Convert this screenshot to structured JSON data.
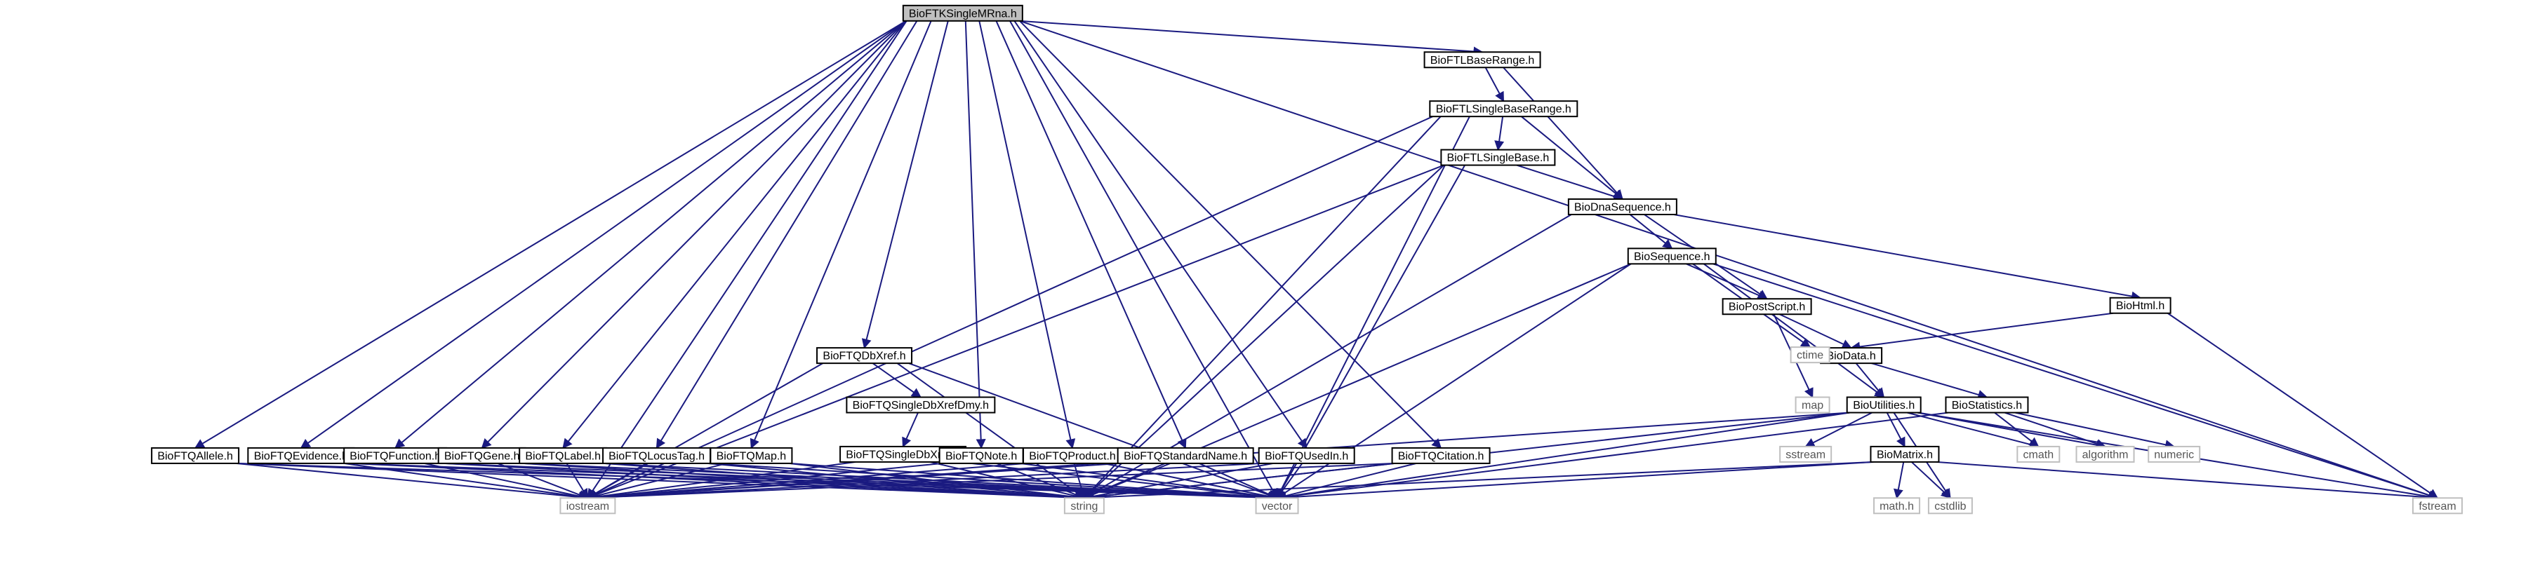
{
  "colors": {
    "edge": "#1a1a80",
    "node_border": "#000000",
    "root_fill": "#bfbfbf",
    "system_border": "#bfbfbf"
  },
  "nodes": [
    {
      "id": "root",
      "label": "BioFTKSingleMRna.h",
      "kind": "root"
    },
    {
      "id": "lbr",
      "label": "BioFTLBaseRange.h",
      "kind": "header"
    },
    {
      "id": "lsbr",
      "label": "BioFTLSingleBaseRange.h",
      "kind": "header"
    },
    {
      "id": "lsb",
      "label": "BioFTLSingleBase.h",
      "kind": "header"
    },
    {
      "id": "dna",
      "label": "BioDnaSequence.h",
      "kind": "header"
    },
    {
      "id": "seq",
      "label": "BioSequence.h",
      "kind": "header"
    },
    {
      "id": "html",
      "label": "BioHtml.h",
      "kind": "header"
    },
    {
      "id": "ps",
      "label": "BioPostScript.h",
      "kind": "header"
    },
    {
      "id": "data",
      "label": "BioData.h",
      "kind": "header"
    },
    {
      "id": "util",
      "label": "BioUtilities.h",
      "kind": "header"
    },
    {
      "id": "stat",
      "label": "BioStatistics.h",
      "kind": "header"
    },
    {
      "id": "matrix",
      "label": "BioMatrix.h",
      "kind": "header"
    },
    {
      "id": "dbx",
      "label": "BioFTQDbXref.h",
      "kind": "header"
    },
    {
      "id": "sdbxd",
      "label": "BioFTQSingleDbXrefDmy.h",
      "kind": "header"
    },
    {
      "id": "sdbx",
      "label": "BioFTQSingleDbXref.h",
      "kind": "header"
    },
    {
      "id": "allele",
      "label": "BioFTQAllele.h",
      "kind": "header"
    },
    {
      "id": "evid",
      "label": "BioFTQEvidence.h",
      "kind": "header"
    },
    {
      "id": "func",
      "label": "BioFTQFunction.h",
      "kind": "header"
    },
    {
      "id": "gene",
      "label": "BioFTQGene.h",
      "kind": "header"
    },
    {
      "id": "label",
      "label": "BioFTQLabel.h",
      "kind": "header"
    },
    {
      "id": "locus",
      "label": "BioFTQLocusTag.h",
      "kind": "header"
    },
    {
      "id": "map",
      "label": "BioFTQMap.h",
      "kind": "header"
    },
    {
      "id": "note",
      "label": "BioFTQNote.h",
      "kind": "header"
    },
    {
      "id": "prod",
      "label": "BioFTQProduct.h",
      "kind": "header"
    },
    {
      "id": "std",
      "label": "BioFTQStandardName.h",
      "kind": "header"
    },
    {
      "id": "used",
      "label": "BioFTQUsedIn.h",
      "kind": "header"
    },
    {
      "id": "cit",
      "label": "BioFTQCitation.h",
      "kind": "header"
    },
    {
      "id": "iostream",
      "label": "iostream",
      "kind": "system"
    },
    {
      "id": "string",
      "label": "string",
      "kind": "system"
    },
    {
      "id": "vector",
      "label": "vector",
      "kind": "system"
    },
    {
      "id": "fstream",
      "label": "fstream",
      "kind": "system"
    },
    {
      "id": "ctime",
      "label": "ctime",
      "kind": "system"
    },
    {
      "id": "mapstd",
      "label": "map",
      "kind": "system"
    },
    {
      "id": "sstream",
      "label": "sstream",
      "kind": "system"
    },
    {
      "id": "cmath",
      "label": "cmath",
      "kind": "system"
    },
    {
      "id": "algorithm",
      "label": "algorithm",
      "kind": "system"
    },
    {
      "id": "numeric",
      "label": "numeric",
      "kind": "system"
    },
    {
      "id": "mathh",
      "label": "math.h",
      "kind": "system"
    },
    {
      "id": "cstdlib",
      "label": "cstdlib",
      "kind": "system"
    }
  ],
  "edges": [
    [
      "root",
      "iostream"
    ],
    [
      "root",
      "lbr"
    ],
    [
      "root",
      "dbx"
    ],
    [
      "root",
      "allele"
    ],
    [
      "root",
      "evid"
    ],
    [
      "root",
      "func"
    ],
    [
      "root",
      "gene"
    ],
    [
      "root",
      "label"
    ],
    [
      "root",
      "locus"
    ],
    [
      "root",
      "map"
    ],
    [
      "root",
      "note"
    ],
    [
      "root",
      "prod"
    ],
    [
      "root",
      "std"
    ],
    [
      "root",
      "used"
    ],
    [
      "root",
      "cit"
    ],
    [
      "root",
      "vector"
    ],
    [
      "root",
      "fstream"
    ],
    [
      "lbr",
      "lsbr"
    ],
    [
      "lbr",
      "dna"
    ],
    [
      "lsbr",
      "lsb"
    ],
    [
      "lsbr",
      "dna"
    ],
    [
      "lsbr",
      "iostream"
    ],
    [
      "lsbr",
      "string"
    ],
    [
      "lsbr",
      "vector"
    ],
    [
      "lsb",
      "dna"
    ],
    [
      "lsb",
      "iostream"
    ],
    [
      "lsb",
      "string"
    ],
    [
      "lsb",
      "vector"
    ],
    [
      "dna",
      "seq"
    ],
    [
      "dna",
      "ps"
    ],
    [
      "dna",
      "html"
    ],
    [
      "dna",
      "string"
    ],
    [
      "seq",
      "ctime"
    ],
    [
      "seq",
      "ps"
    ],
    [
      "seq",
      "util"
    ],
    [
      "seq",
      "fstream"
    ],
    [
      "seq",
      "string"
    ],
    [
      "seq",
      "vector"
    ],
    [
      "html",
      "data"
    ],
    [
      "html",
      "fstream"
    ],
    [
      "ps",
      "mapstd"
    ],
    [
      "ps",
      "data"
    ],
    [
      "data",
      "util"
    ],
    [
      "data",
      "stat"
    ],
    [
      "util",
      "iostream"
    ],
    [
      "util",
      "string"
    ],
    [
      "util",
      "vector"
    ],
    [
      "util",
      "sstream"
    ],
    [
      "util",
      "cmath"
    ],
    [
      "util",
      "algorithm"
    ],
    [
      "util",
      "fstream"
    ],
    [
      "util",
      "cstdlib"
    ],
    [
      "util",
      "matrix"
    ],
    [
      "stat",
      "cmath"
    ],
    [
      "stat",
      "algorithm"
    ],
    [
      "stat",
      "numeric"
    ],
    [
      "stat",
      "vector"
    ],
    [
      "matrix",
      "mathh"
    ],
    [
      "matrix",
      "cstdlib"
    ],
    [
      "matrix",
      "fstream"
    ],
    [
      "matrix",
      "vector"
    ],
    [
      "matrix",
      "string"
    ],
    [
      "dbx",
      "sdbxd"
    ],
    [
      "dbx",
      "iostream"
    ],
    [
      "dbx",
      "string"
    ],
    [
      "dbx",
      "vector"
    ],
    [
      "sdbxd",
      "sdbx"
    ],
    [
      "sdbx",
      "iostream"
    ],
    [
      "sdbx",
      "string"
    ],
    [
      "sdbx",
      "vector"
    ],
    [
      "allele",
      "iostream"
    ],
    [
      "allele",
      "string"
    ],
    [
      "allele",
      "vector"
    ],
    [
      "evid",
      "iostream"
    ],
    [
      "evid",
      "string"
    ],
    [
      "evid",
      "vector"
    ],
    [
      "func",
      "iostream"
    ],
    [
      "func",
      "string"
    ],
    [
      "func",
      "vector"
    ],
    [
      "gene",
      "iostream"
    ],
    [
      "gene",
      "string"
    ],
    [
      "gene",
      "vector"
    ],
    [
      "label",
      "iostream"
    ],
    [
      "label",
      "string"
    ],
    [
      "label",
      "vector"
    ],
    [
      "locus",
      "iostream"
    ],
    [
      "locus",
      "string"
    ],
    [
      "locus",
      "vector"
    ],
    [
      "map",
      "iostream"
    ],
    [
      "map",
      "string"
    ],
    [
      "map",
      "vector"
    ],
    [
      "note",
      "iostream"
    ],
    [
      "note",
      "string"
    ],
    [
      "note",
      "vector"
    ],
    [
      "prod",
      "iostream"
    ],
    [
      "prod",
      "string"
    ],
    [
      "prod",
      "vector"
    ],
    [
      "std",
      "iostream"
    ],
    [
      "std",
      "string"
    ],
    [
      "std",
      "vector"
    ],
    [
      "used",
      "iostream"
    ],
    [
      "used",
      "string"
    ],
    [
      "used",
      "vector"
    ],
    [
      "cit",
      "iostream"
    ],
    [
      "cit",
      "string"
    ],
    [
      "cit",
      "vector"
    ]
  ]
}
